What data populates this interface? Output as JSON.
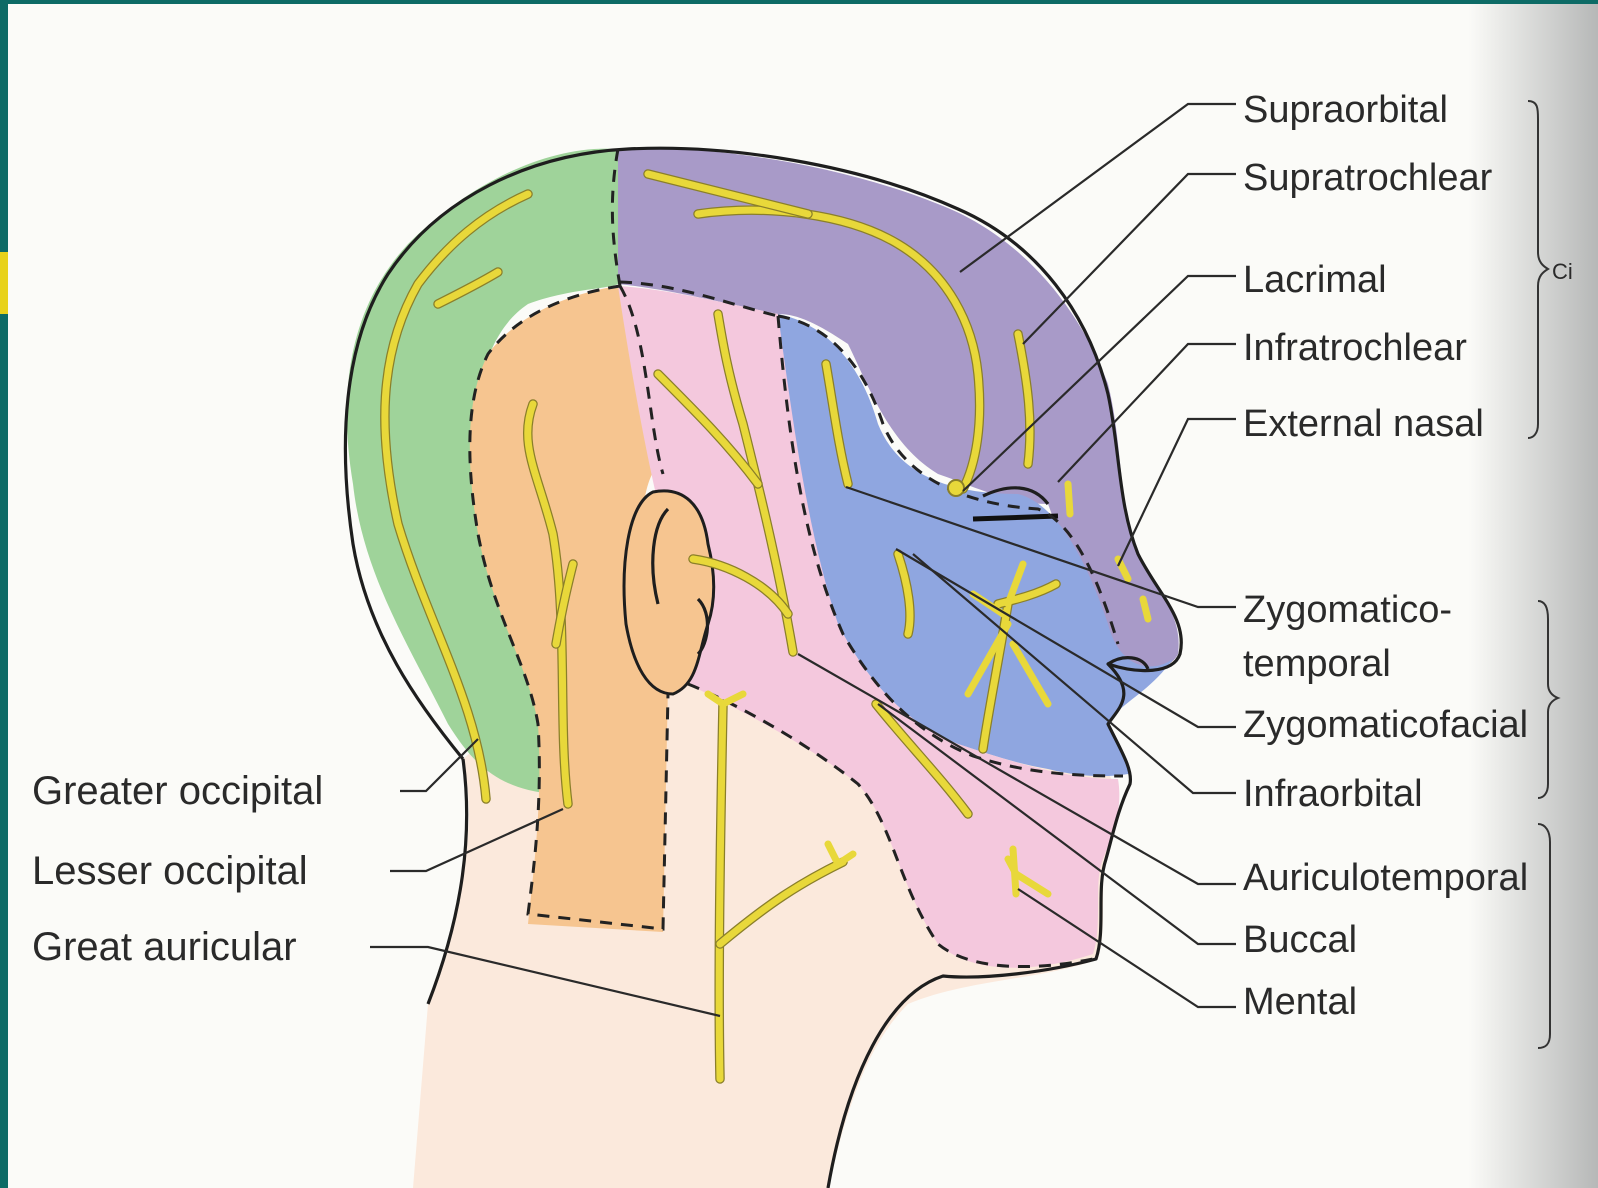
{
  "labels_right": [
    {
      "key": "supraorbital",
      "text": "Supraorbital"
    },
    {
      "key": "supratrochlear",
      "text": "Supratrochlear"
    },
    {
      "key": "lacrimal",
      "text": "Lacrimal"
    },
    {
      "key": "infratrochlear",
      "text": "Infratrochlear"
    },
    {
      "key": "external_nasal",
      "text": "External nasal"
    },
    {
      "key": "zygomatico_temporal_1",
      "text": "Zygomatico-"
    },
    {
      "key": "zygomatico_temporal_2",
      "text": "temporal"
    },
    {
      "key": "zygomaticofacial",
      "text": "Zygomaticofacial"
    },
    {
      "key": "infraorbital",
      "text": "Infraorbital"
    },
    {
      "key": "auriculotemporal",
      "text": "Auriculotemporal"
    },
    {
      "key": "buccal",
      "text": "Buccal"
    },
    {
      "key": "mental",
      "text": "Mental"
    }
  ],
  "labels_left": [
    {
      "key": "greater_occipital",
      "text": "Greater occipital"
    },
    {
      "key": "lesser_occipital",
      "text": "Lesser occipital"
    },
    {
      "key": "great_auricular",
      "text": "Great auricular"
    }
  ],
  "brace_fragments": {
    "ophthalmic_partial": "Ci"
  },
  "colors": {
    "frame": "#0d6b66",
    "accent": "#e8d21b",
    "green_region": "#9fd39a",
    "orange_region": "#f6c590",
    "purple_region": "#a89ac8",
    "blue_region": "#8fa6e0",
    "pink_region": "#f4c8dd",
    "skin": "#fbe9dc",
    "nerve": "#e8d83a"
  }
}
